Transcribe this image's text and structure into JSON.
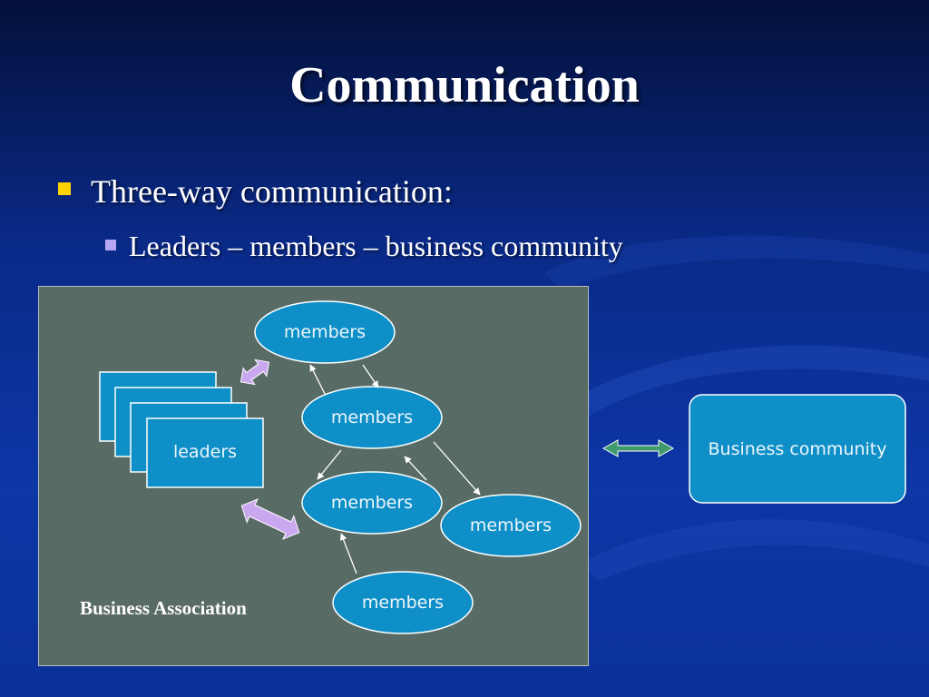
{
  "slide": {
    "title": "Communication",
    "bullet_1": "Three-way communication:",
    "bullet_2": "Leaders – members – business community"
  },
  "diagram": {
    "panel_label": "Business Association",
    "leaders_label": "leaders",
    "members_label": "members",
    "business_community_label": "Business community"
  },
  "colors": {
    "node_fill": "#0e8fc7",
    "panel_fill": "#596b65",
    "bullet_1": "#ffd200",
    "bullet_2": "#b7a7f2",
    "double_arrow_purple": "#c9a8f0",
    "double_arrow_green": "#3f9a6c"
  }
}
